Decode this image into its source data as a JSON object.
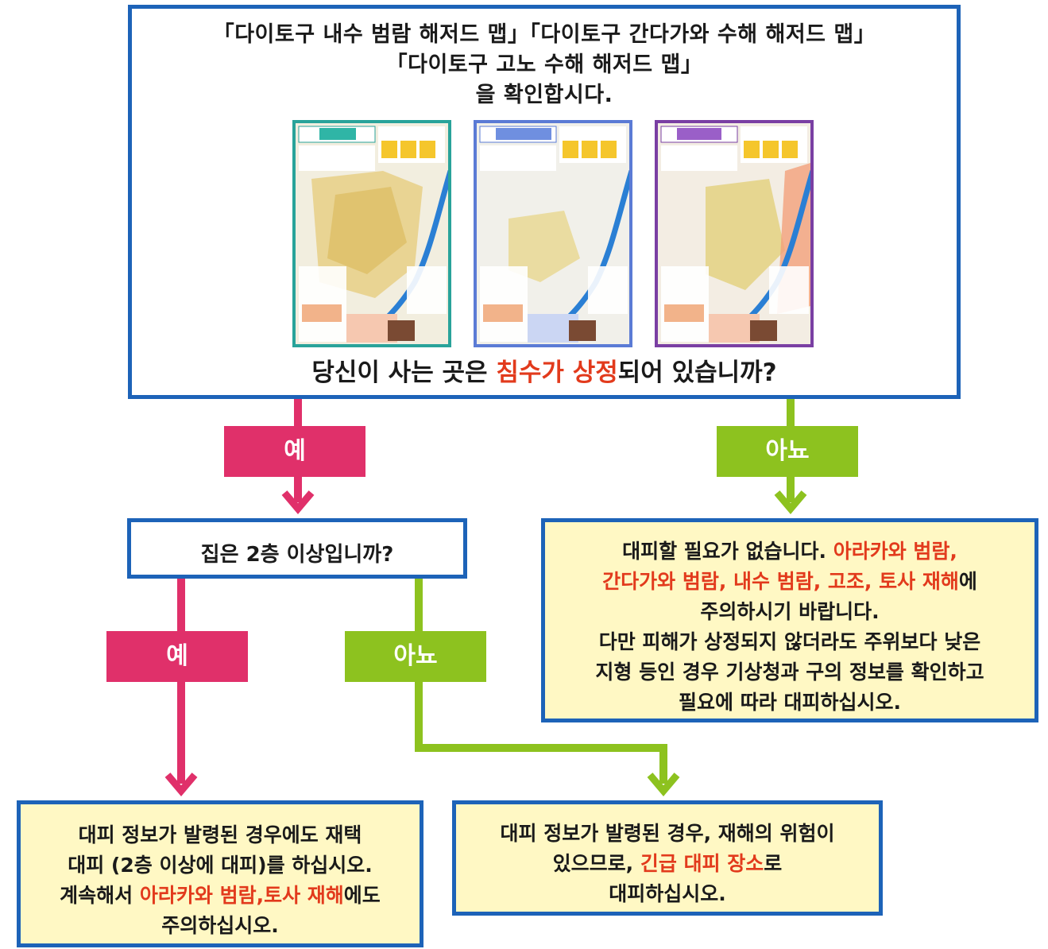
{
  "top": {
    "line1": "「다이토구 내수 범람 해저드 맵」「다이토구 간다가와 수해 해저드 맵」",
    "line2": "「다이토구 고노 수해 해저드 맵」",
    "line3": "을 확인합시다.",
    "question_pre": "당신이 사는 곳은 ",
    "question_red": "침수가 상정",
    "question_post": "되어 있습니까?"
  },
  "maps": [
    {
      "title": "내수 범람",
      "accent": "#29a39a"
    },
    {
      "title": "간다가와 수해",
      "accent": "#5b7bd5"
    },
    {
      "title": "고노 수해",
      "accent": "#7a3fa3"
    }
  ],
  "labels": {
    "yes": "예",
    "no": "아뇨"
  },
  "q2": {
    "text": "집은 2층 이상입니까?"
  },
  "result_no_flood": {
    "l1_pre": "대피할 필요가 없습니다. ",
    "l1_red": "아라카와 범람,",
    "l2_red": "간다가와 범람, 내수 범람, 고조, 토사 재해",
    "l2_post": "에",
    "l3": "주의하시기 바랍니다.",
    "l4": "다만 피해가 상정되지 않더라도 주위보다 낮은",
    "l5": "지형 등인 경우 기상청과 구의 정보를 확인하고",
    "l6": "필요에 따라 대피하십시오."
  },
  "result_upper_floor": {
    "l1": "대피 정보가 발령된 경우에도 재택",
    "l2": "대피 (2층 이상에 대피)를 하십시오.",
    "l3_pre": "계속해서 ",
    "l3_red": "아라카와 범람,토사 재해",
    "l3_post": "에도",
    "l4": "주의하십시오."
  },
  "result_evacuate": {
    "l1": "대피 정보가 발령된 경우, 재해의 위험이",
    "l2_pre": "있으므로, ",
    "l2_red": "긴급 대피 장소",
    "l2_post": "로",
    "l3": "대피하십시오."
  },
  "colors": {
    "border": "#1d63b8",
    "yes": "#e0306a",
    "no": "#8dc21f",
    "highlight": "#e23a1c",
    "result_bg": "#fff8c4"
  }
}
